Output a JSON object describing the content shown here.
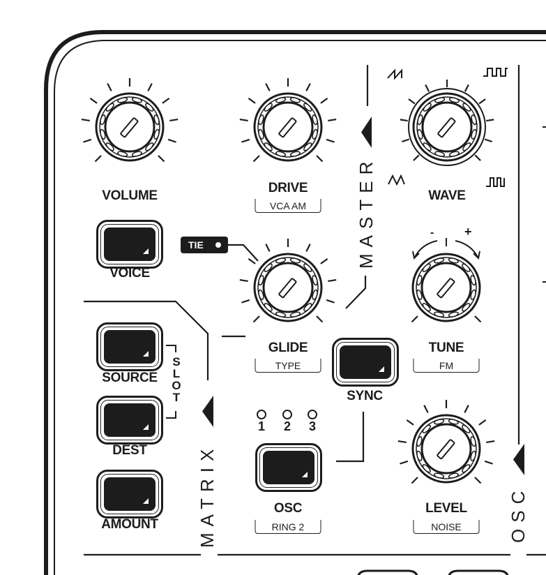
{
  "colors": {
    "ink": "#1c1c1c",
    "background": "#ffffff"
  },
  "sections": {
    "master": "MASTER",
    "matrix": "MATRIX",
    "osc": "OSC",
    "slot": [
      "S",
      "L",
      "O",
      "T"
    ]
  },
  "knobs": {
    "volume": {
      "label": "VOLUME"
    },
    "drive": {
      "label": "DRIVE",
      "sub": "VCA AM"
    },
    "wave": {
      "label": "WAVE"
    },
    "glide": {
      "label": "GLIDE",
      "sub": "TYPE"
    },
    "tune": {
      "label": "TUNE",
      "sub": "FM",
      "minus": "-",
      "plus": "+"
    },
    "level": {
      "label": "LEVEL",
      "sub": "NOISE"
    }
  },
  "buttons": {
    "voice": {
      "label": "VOICE"
    },
    "source": {
      "label": "SOURCE"
    },
    "dest": {
      "label": "DEST"
    },
    "amount": {
      "label": "AMOUNT"
    },
    "sync": {
      "label": "SYNC"
    },
    "osc": {
      "label": "OSC",
      "sub": "RING 2"
    }
  },
  "tie": {
    "label": "TIE"
  },
  "osc_leds": [
    "1",
    "2",
    "3"
  ],
  "wave_icons": [
    "sawtooth-wave-icon",
    "square-wave-icon",
    "triangle-wave-icon",
    "pulse-wave-icon"
  ]
}
